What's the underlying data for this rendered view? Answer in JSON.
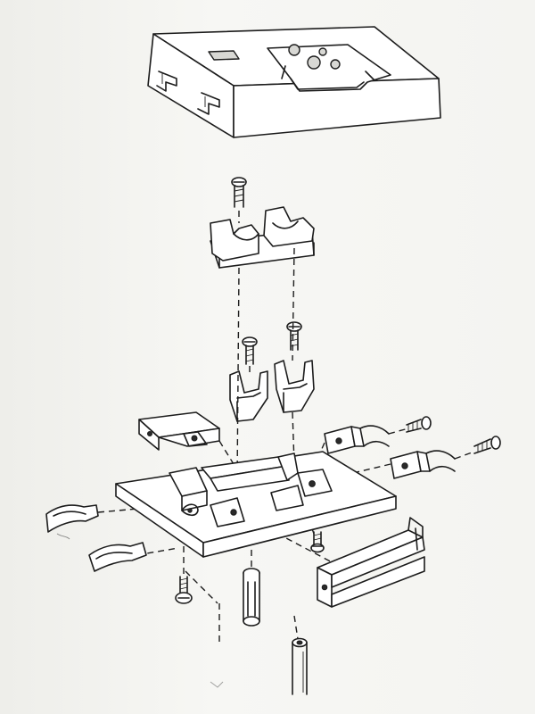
{
  "diagram": {
    "kind": "exploded-assembly-line-drawing",
    "background_color": "#f2f2ef",
    "line_color": "#1c1c1c",
    "parts": [
      {
        "id": "top-housing-cover",
        "label": ""
      },
      {
        "id": "top-mounting-screw",
        "label": ""
      },
      {
        "id": "upper-spring-clip-bracket",
        "label": ""
      },
      {
        "id": "left-clip-screw",
        "label": ""
      },
      {
        "id": "right-clip-screw",
        "label": ""
      },
      {
        "id": "left-u-clip",
        "label": ""
      },
      {
        "id": "right-u-clip",
        "label": ""
      },
      {
        "id": "angle-bracket",
        "label": ""
      },
      {
        "id": "right-terminal-clip-upper",
        "label": ""
      },
      {
        "id": "right-terminal-clip-lower",
        "label": ""
      },
      {
        "id": "right-terminal-screw-upper",
        "label": ""
      },
      {
        "id": "right-terminal-screw-lower",
        "label": ""
      },
      {
        "id": "base-plate",
        "label": ""
      },
      {
        "id": "left-spring-contact-upper",
        "label": ""
      },
      {
        "id": "left-spring-contact-lower",
        "label": ""
      },
      {
        "id": "u-channel-frame",
        "label": ""
      },
      {
        "id": "bottom-left-screw",
        "label": ""
      },
      {
        "id": "bottom-center-screw",
        "label": ""
      },
      {
        "id": "threaded-standoff",
        "label": ""
      },
      {
        "id": "bottom-pin",
        "label": ""
      }
    ]
  }
}
